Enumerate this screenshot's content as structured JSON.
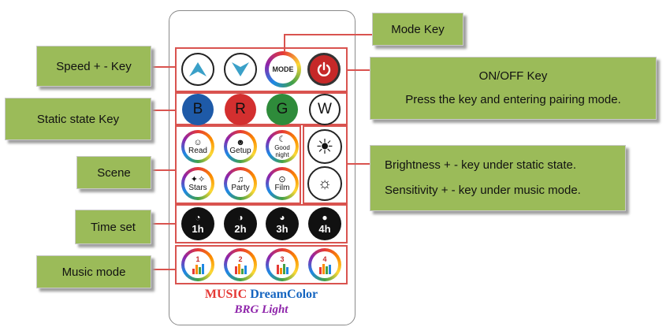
{
  "callouts": {
    "mode_key": "Mode Key",
    "speed_key": "Speed + - Key",
    "onoff_title": "ON/OFF Key",
    "onoff_desc": "Press the key and entering pairing mode.",
    "static_key": "Static state Key",
    "scene": "Scene",
    "brightness_desc": "Brightness + - key under static state.",
    "sensitivity_desc": "Sensitivity + - key under music mode.",
    "time_set": "Time set",
    "music_mode": "Music mode"
  },
  "remote": {
    "mode_label": "MODE",
    "colors": [
      {
        "letter": "B",
        "bg": "#1e5aa8"
      },
      {
        "letter": "R",
        "bg": "#d32f2f"
      },
      {
        "letter": "G",
        "bg": "#2e8b3a"
      },
      {
        "letter": "W",
        "bg": "#ffffff"
      }
    ],
    "scenes": [
      "Read",
      "Getup",
      "Good night",
      "Stars",
      "Party",
      "Film"
    ],
    "timers": [
      "1h",
      "2h",
      "3h",
      "4h"
    ],
    "music": [
      "1",
      "2",
      "3",
      "4"
    ],
    "brand_music": "MUSIC",
    "brand_dreamcolor": "DreamColor",
    "brand_light": "BRG Light"
  },
  "colors": {
    "label_bg": "#9bbb59",
    "connector": "#d9534f",
    "power": "#c62828"
  },
  "icons": {
    "speed_up": "chevron-up-icon",
    "speed_down": "chevron-down-icon",
    "power": "power-icon",
    "bright_up": "sun-large-icon",
    "bright_down": "sun-small-icon"
  }
}
